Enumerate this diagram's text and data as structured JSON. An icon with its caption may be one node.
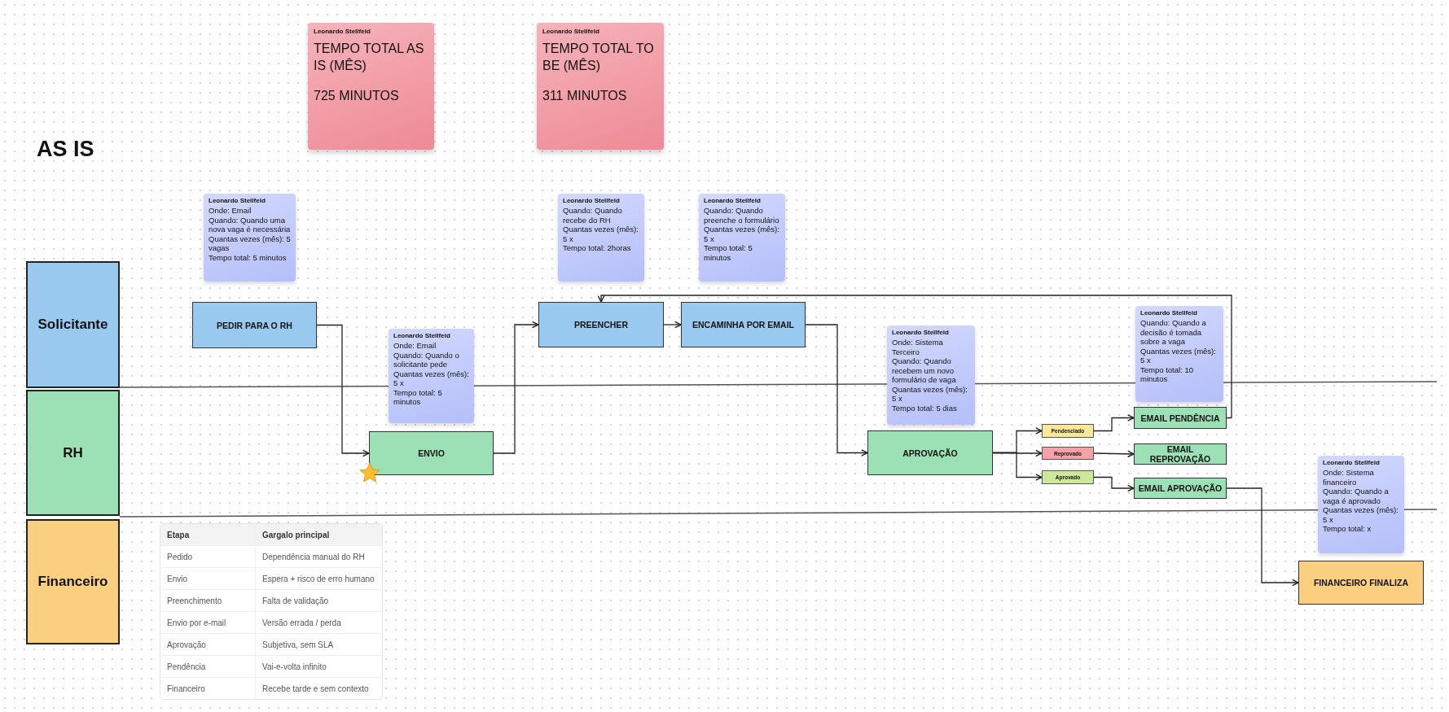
{
  "diagram": {
    "title": "AS IS",
    "nodes": [
      {
        "text": [
          "Leonardo Stellfeld",
          "TEMPO TOTAL AS IS (MÊS)",
          "725 MINUTOS"
        ]
      },
      {
        "text": [
          "Leonardo Stellfeld",
          "TEMPO TOTAL TO BE (MÊS)",
          "311 MINUTOS"
        ]
      },
      {
        "text": [
          "Leonardo Stellfeld",
          "Onde: Email",
          "Quando: Quando uma nova vaga é necessária",
          "Quantas vezes (mês): 5 vagas",
          "Tempo total: 5 minutos"
        ]
      },
      {
        "text": [
          "Leonardo Stellfeld",
          "Quando: Quando recebe do RH",
          "Quantas vezes (mês): 5 x",
          "Tempo total: 2horas"
        ]
      },
      {
        "text": [
          "Leonardo Stellfeld",
          "Quando: Quando preenche o formulário",
          "Quantas vezes (mês): 5 x",
          "Tempo total: 5 minutos"
        ]
      },
      {
        "text": [
          "Solicitante"
        ]
      },
      {
        "text": [
          "PEDIR PARA O RH"
        ]
      },
      {
        "text": [
          "PREENCHER"
        ]
      },
      {
        "text": [
          "ENCAMINHA POR EMAIL"
        ]
      },
      {
        "text": [
          "Leonardo Stellfeld",
          "Onde: Email",
          "Quando: Quando o solicitante pede",
          "Quantas vezes (mês): 5 x",
          "Tempo total: 5 minutos"
        ]
      },
      {
        "text": [
          "Leonardo Stellfeld",
          "Onde: Sistema Terceiro",
          "Quando: Quando recebem um novo formulário de vaga",
          "Quantas vezes (mês): 5 x",
          "Tempo total: 5 dias"
        ]
      },
      {
        "text": [
          "Leonardo Stellfeld",
          "Quando: Quando a decisão é tomada sobre a vaga",
          "Quantas vezes (mês): 5 x",
          "Tempo total: 10 minutos"
        ]
      },
      {
        "text": [
          "RH"
        ]
      },
      {
        "text": [
          "ENVIO"
        ]
      },
      {
        "text": [
          "APROVAÇÃO"
        ]
      },
      {
        "text": [
          "Pendenciado"
        ]
      },
      {
        "text": [
          "EMAIL PENDÊNCIA"
        ]
      },
      {
        "text": [
          "Reprovado"
        ]
      },
      {
        "text": [
          "EMAIL REPROVAÇÃO"
        ]
      },
      {
        "text": [
          "Aprovado"
        ]
      },
      {
        "text": [
          "EMAIL APROVAÇÃO"
        ]
      },
      {
        "text": [
          "Leonardo Stellfeld",
          "Onde: Sistema financeiro",
          "Quando: Quando a vaga é aprovado",
          "Quantas vezes (mês): 5 x",
          "Tempo total: x"
        ]
      },
      {
        "text": [
          "Financeiro"
        ]
      },
      {
        "text": [
          "FINANCEIRO FINALIZA"
        ]
      }
    ],
    "edges": [
      {
        "from": 6,
        "to": 13,
        "arrow": "to"
      },
      {
        "from": 13,
        "to": 7,
        "arrow": "to"
      },
      {
        "from": 7,
        "to": 8,
        "arrow": "to"
      },
      {
        "from": 8,
        "to": 14,
        "arrow": "to"
      },
      {
        "from": 14,
        "to": 15,
        "arrow": "to"
      },
      {
        "from": 14,
        "to": 17,
        "arrow": "to"
      },
      {
        "from": 14,
        "to": 19,
        "arrow": "to"
      },
      {
        "from": 15,
        "to": 16,
        "arrow": "to"
      },
      {
        "from": 17,
        "to": 18,
        "arrow": "to"
      },
      {
        "from": 19,
        "to": 20,
        "arrow": "to"
      },
      {
        "from": 16,
        "to": 7,
        "arrow": "to"
      },
      {
        "from": 20,
        "to": 23,
        "arrow": "to"
      }
    ],
    "labels": [
      "Etapa",
      "Gargalo principal",
      "Pedido",
      "Dependência manual do RH",
      "Envio",
      "Espera + risco de erro humano",
      "Preenchimento",
      "Falta de validação",
      "Envio por e-mail",
      "Versão errada / perda",
      "Aprovação",
      "Subjetiva, sem SLA",
      "Pendência",
      "Vai-e-volta infinito",
      "Financeiro",
      "Recebe tarde e sem contexto"
    ]
  }
}
